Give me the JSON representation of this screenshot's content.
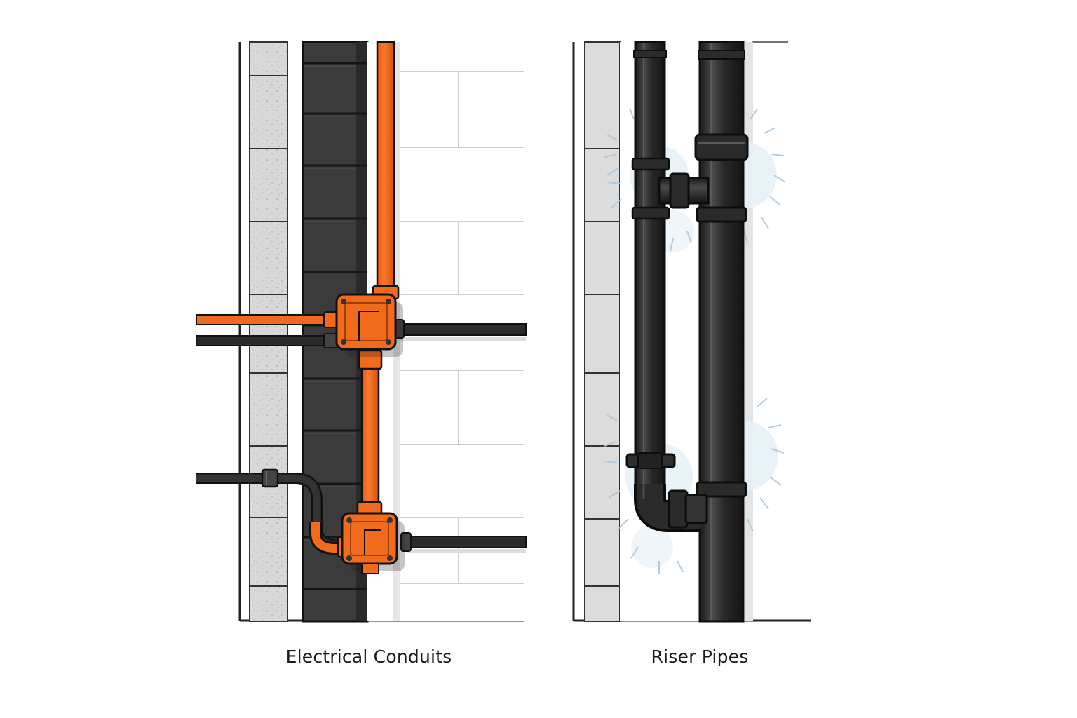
{
  "panels": [
    {
      "id": "electrical",
      "caption": "Electrical Conduits",
      "colors": {
        "conduit": "#f26a1b",
        "conduit_dark": "#b94a0c",
        "cable": "#2b2b2b",
        "block_dark": "#3d3d3d",
        "block_light": "#d9d9d9"
      },
      "icons": [
        "junction-box-icon",
        "conduit-elbow-icon",
        "cable-gland-icon"
      ]
    },
    {
      "id": "riser",
      "caption": "Riser Pipes",
      "colors": {
        "pipe": "#262626",
        "pipe_highlight": "#5a5a5a",
        "frost": "#b9d3e3",
        "block_light": "#d9d9d9"
      },
      "icons": [
        "pipe-coupling-icon",
        "pipe-elbow-icon",
        "pipe-clamp-icon",
        "frost-icon"
      ]
    }
  ]
}
